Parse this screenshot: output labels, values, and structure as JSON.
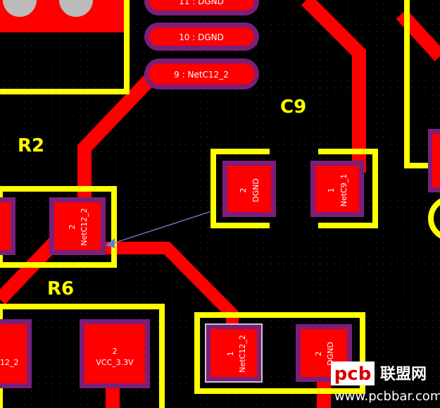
{
  "colors": {
    "background": "#000000",
    "copper": "#ff0000",
    "pad_mask": "#7a1f7a",
    "silkscreen": "#ffff00",
    "ratsnest": "#6b7bd6",
    "grid_dot": "#2a2a2a"
  },
  "designators": {
    "r2": "R2",
    "r6": "R6",
    "c9": "C9"
  },
  "ic_pins": {
    "pin11": "11 : DGND",
    "pin10": "10 : DGND",
    "pin9": "9 : NetC12_2"
  },
  "pads": {
    "c9_pad2": {
      "number": "2",
      "net": "DGND"
    },
    "c9_pad1": {
      "number": "1",
      "net": "NetC9_1"
    },
    "r2_pad2": {
      "number": "2",
      "net": "NetC12_2"
    },
    "r6_pad1_partial": {
      "net": "12_2"
    },
    "r6_pad2": {
      "number": "2",
      "net": "VCC_3.3V"
    },
    "c12_pad1": {
      "number": "1",
      "net": "NetC12_2"
    },
    "c12_pad2": {
      "number": "2",
      "net": "DGND"
    }
  },
  "watermark": {
    "logo_text": "pcb",
    "cn": "联盟网",
    "url": "www.pcbbar.com"
  }
}
